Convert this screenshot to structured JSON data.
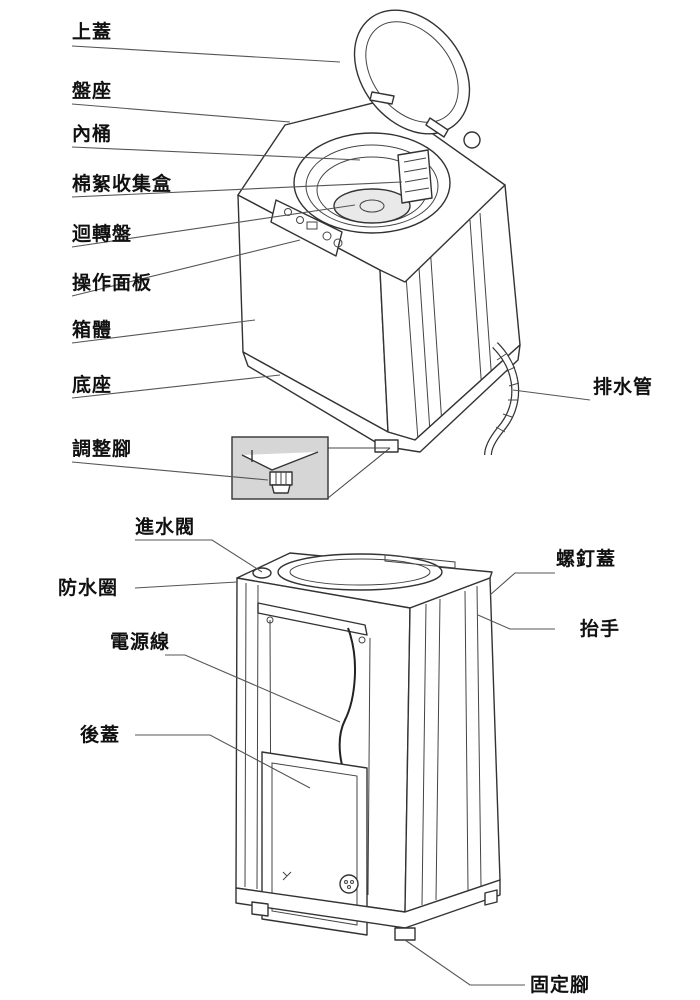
{
  "labels": {
    "top_lid": "上蓋",
    "tub_ring": "盤座",
    "inner_tub": "內桶",
    "lint_box": "棉絮收集盒",
    "pulsator": "迴轉盤",
    "control_panel": "操作面板",
    "cabinet": "箱體",
    "base": "底座",
    "drain_hose": "排水管",
    "adjust_foot": "調整腳",
    "inlet_valve": "進水閥",
    "seal_ring": "防水圈",
    "screw_cap": "螺釘蓋",
    "power_cord": "電源線",
    "handle": "抬手",
    "rear_cover": "後蓋",
    "fixed_foot": "固定腳"
  }
}
